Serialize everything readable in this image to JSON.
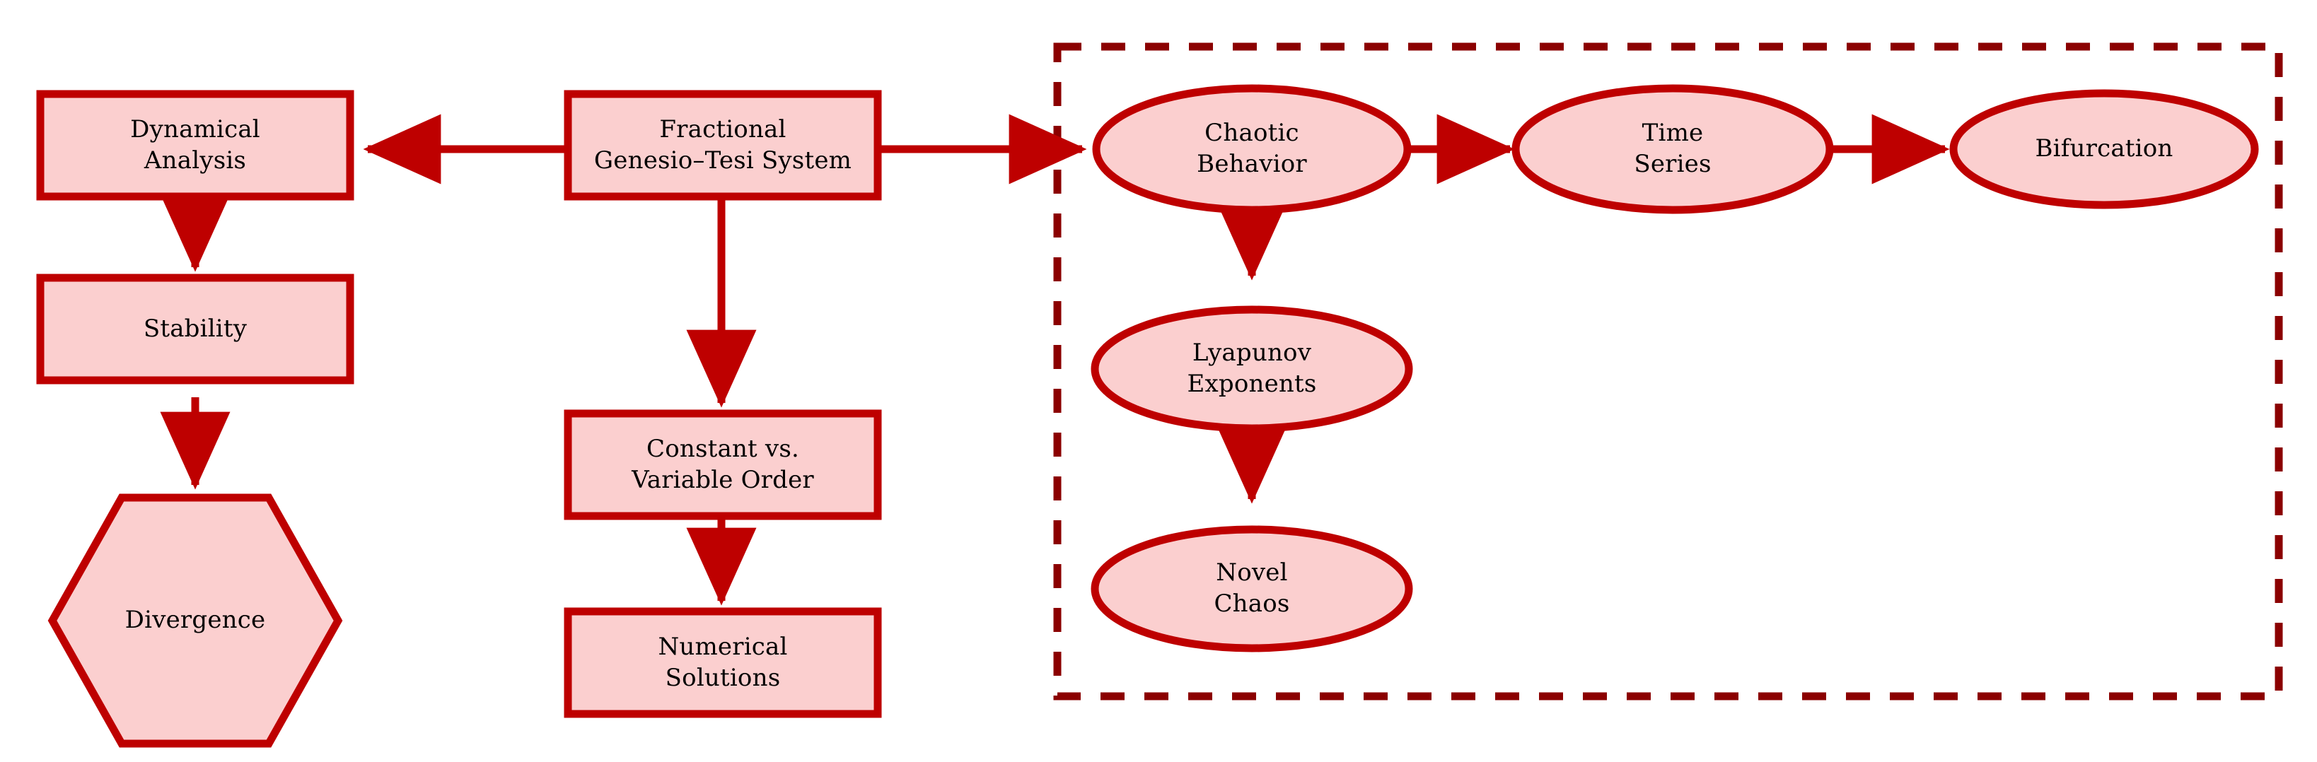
{
  "diagram": {
    "title": "Fractional Genesio-Tesi System Research Flowchart",
    "type": "flowchart",
    "colors": {
      "node_fill": "#FBCFCF",
      "node_stroke": "#BE0000",
      "edge_stroke": "#BE0000",
      "group_stroke": "#8B0000",
      "text": "#000000",
      "background": "#FFFFFF"
    },
    "group": {
      "name": "chaos-analysis-group",
      "style": "dashed",
      "label": ""
    },
    "nodes": [
      {
        "id": "dynamical-analysis",
        "label": "Dynamical\nAnalysis",
        "shape": "rectangle"
      },
      {
        "id": "stability",
        "label": "Stability",
        "shape": "rectangle"
      },
      {
        "id": "divergence",
        "label": "Divergence",
        "shape": "hexagon"
      },
      {
        "id": "fractional-system",
        "label": "Fractional\nGenesio–Tesi System",
        "shape": "rectangle"
      },
      {
        "id": "constant-vs-variable",
        "label": "Constant vs.\nVariable Order",
        "shape": "rectangle"
      },
      {
        "id": "numerical-solutions",
        "label": "Numerical\nSolutions",
        "shape": "rectangle"
      },
      {
        "id": "chaotic-behavior",
        "label": "Chaotic\nBehavior",
        "shape": "ellipse"
      },
      {
        "id": "time-series",
        "label": "Time\nSeries",
        "shape": "ellipse"
      },
      {
        "id": "bifurcation",
        "label": "Bifurcation",
        "shape": "ellipse"
      },
      {
        "id": "lyapunov-exponents",
        "label": "Lyapunov\nExponents",
        "shape": "ellipse"
      },
      {
        "id": "novel-chaos",
        "label": "Novel\nChaos",
        "shape": "ellipse"
      }
    ],
    "edges": [
      {
        "from": "fractional-system",
        "to": "dynamical-analysis",
        "direction": "left"
      },
      {
        "from": "fractional-system",
        "to": "chaotic-behavior",
        "direction": "right"
      },
      {
        "from": "fractional-system",
        "to": "constant-vs-variable",
        "direction": "down"
      },
      {
        "from": "dynamical-analysis",
        "to": "stability",
        "direction": "down"
      },
      {
        "from": "stability",
        "to": "divergence",
        "direction": "down"
      },
      {
        "from": "constant-vs-variable",
        "to": "numerical-solutions",
        "direction": "down"
      },
      {
        "from": "chaotic-behavior",
        "to": "time-series",
        "direction": "right"
      },
      {
        "from": "time-series",
        "to": "bifurcation",
        "direction": "right"
      },
      {
        "from": "chaotic-behavior",
        "to": "lyapunov-exponents",
        "direction": "down"
      },
      {
        "from": "lyapunov-exponents",
        "to": "novel-chaos",
        "direction": "down"
      }
    ]
  }
}
